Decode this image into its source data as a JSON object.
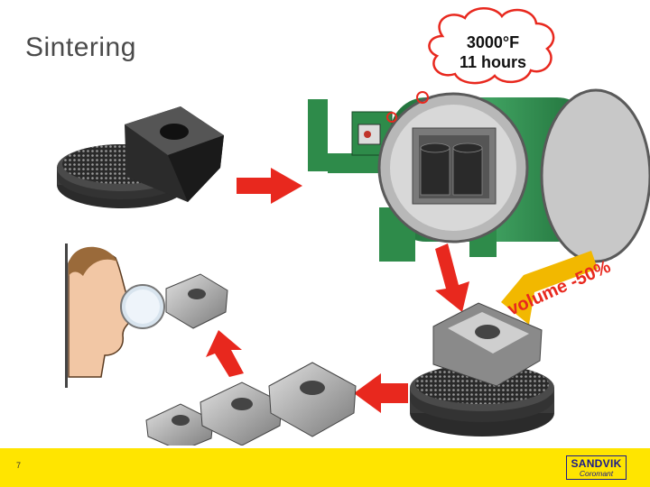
{
  "slide": {
    "title": "Sintering",
    "page_number": "7",
    "cloud_line1": "3000°F",
    "cloud_line2": "11 hours",
    "shrink_label": "volume -50%",
    "logo_main": "SANDVIK",
    "logo_sub": "Coromant",
    "colors": {
      "furnace_green": "#2e8b4a",
      "arrow_red": "#e8281e",
      "arrow_yellow": "#f2b800",
      "footer_yellow": "#ffe500",
      "logo_blue": "#1a1a8c"
    },
    "icons": [
      "sintering-tray-icon",
      "furnace-icon",
      "inspector-face-icon",
      "insert-icon",
      "flow-arrow-icon"
    ]
  }
}
